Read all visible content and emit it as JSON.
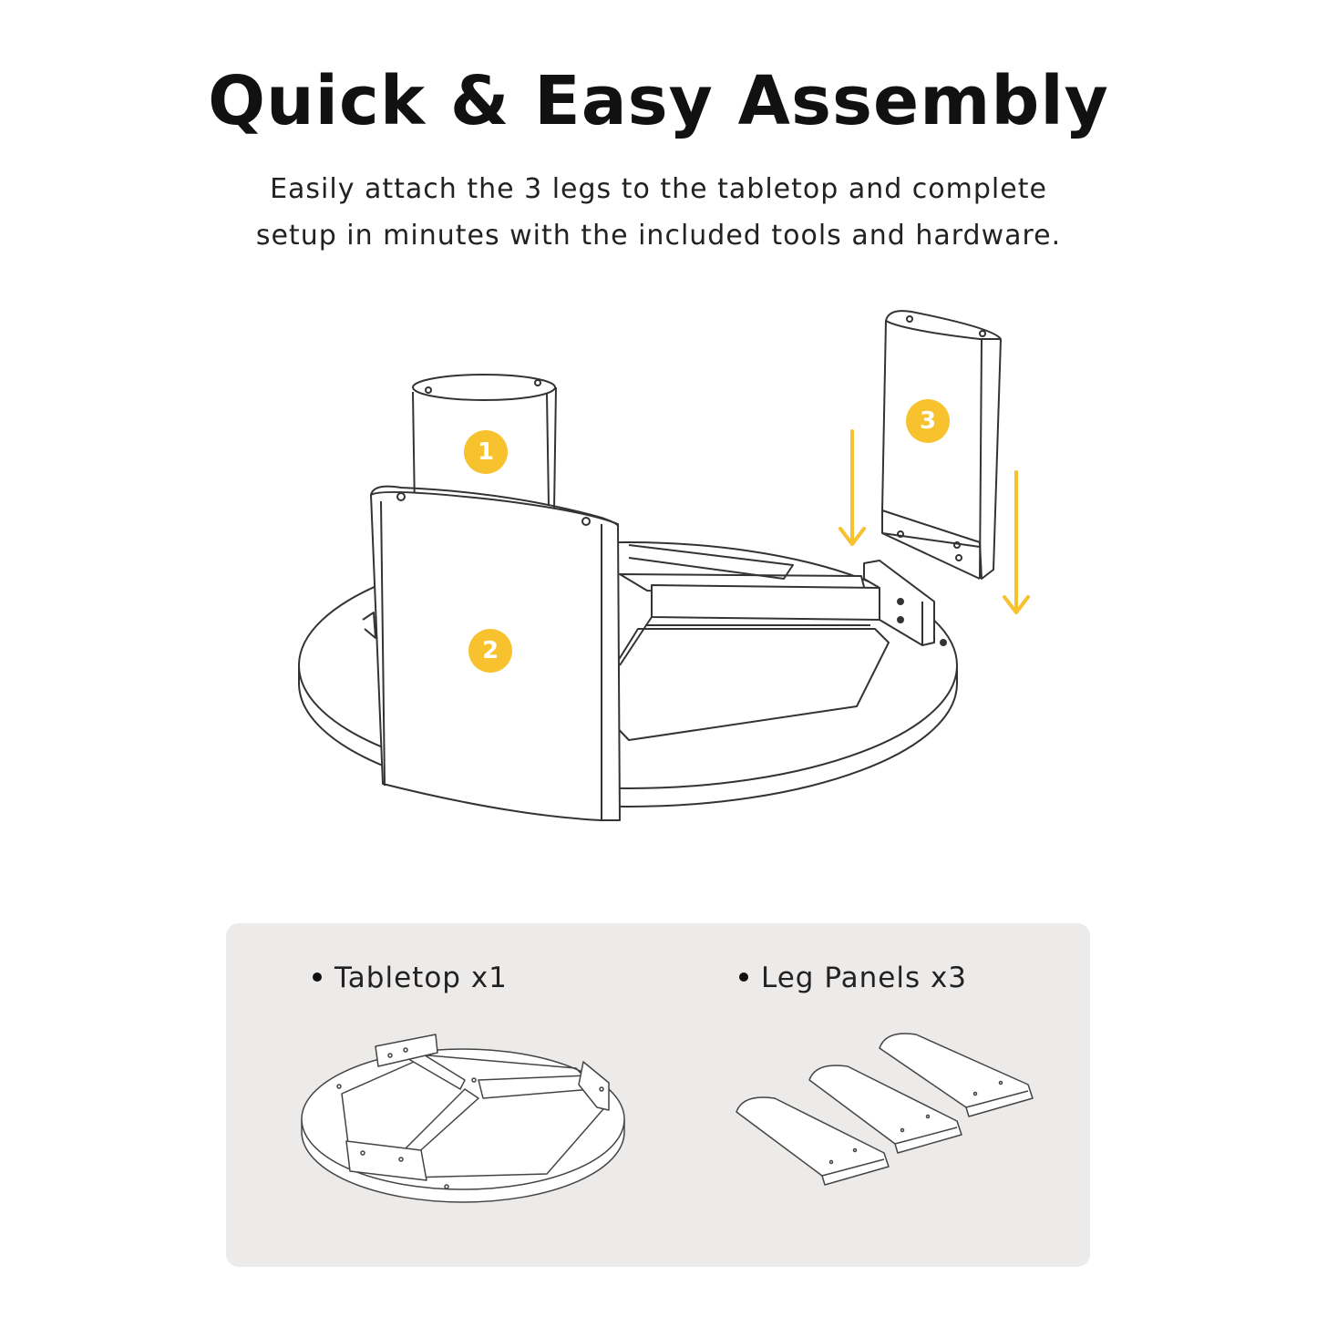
{
  "header": {
    "title": "Quick & Easy Assembly",
    "subtitle_line1": "Easily attach the 3 legs to the tabletop and complete",
    "subtitle_line2": "setup in minutes with the  included tools and hardware."
  },
  "diagram": {
    "leg_badges": [
      "1",
      "2",
      "3"
    ],
    "icons": [
      "down-arrow-icon",
      "down-arrow-icon"
    ]
  },
  "parts": [
    {
      "label": "Tabletop x1"
    },
    {
      "label": "Leg Panels x3"
    }
  ],
  "colors": {
    "accent": "#F7C22E",
    "line": "#333333",
    "panel_bg": "#EDEBEA",
    "text": "#111111"
  }
}
